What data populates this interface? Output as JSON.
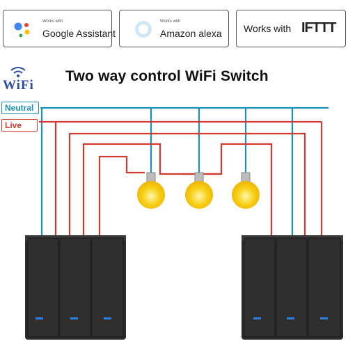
{
  "badges": {
    "google": {
      "small": "Works with",
      "big": "Google Assistant"
    },
    "alexa": {
      "small": "Works with",
      "big": "Amazon alexa"
    },
    "ifttt": {
      "big": "Works with",
      "logo": "IFTTT"
    }
  },
  "title": "Two way control WiFi Switch",
  "wifi_logo": "WiFi",
  "labels": {
    "neutral": "Neutral",
    "live": "Live"
  },
  "colors": {
    "neutral_wire": "#1a8fb8",
    "live_wire": "#d23a2f",
    "switch_body": "#2b2b2b",
    "indicator": "#2f7fe0",
    "bulb": "#f7d117",
    "wifi_logo": "#2a4fa3"
  },
  "icons": [
    "google-assistant-icon",
    "alexa-icon",
    "ifttt-logo",
    "wifi-icon",
    "light-bulb-icon",
    "wall-switch-icon"
  ]
}
